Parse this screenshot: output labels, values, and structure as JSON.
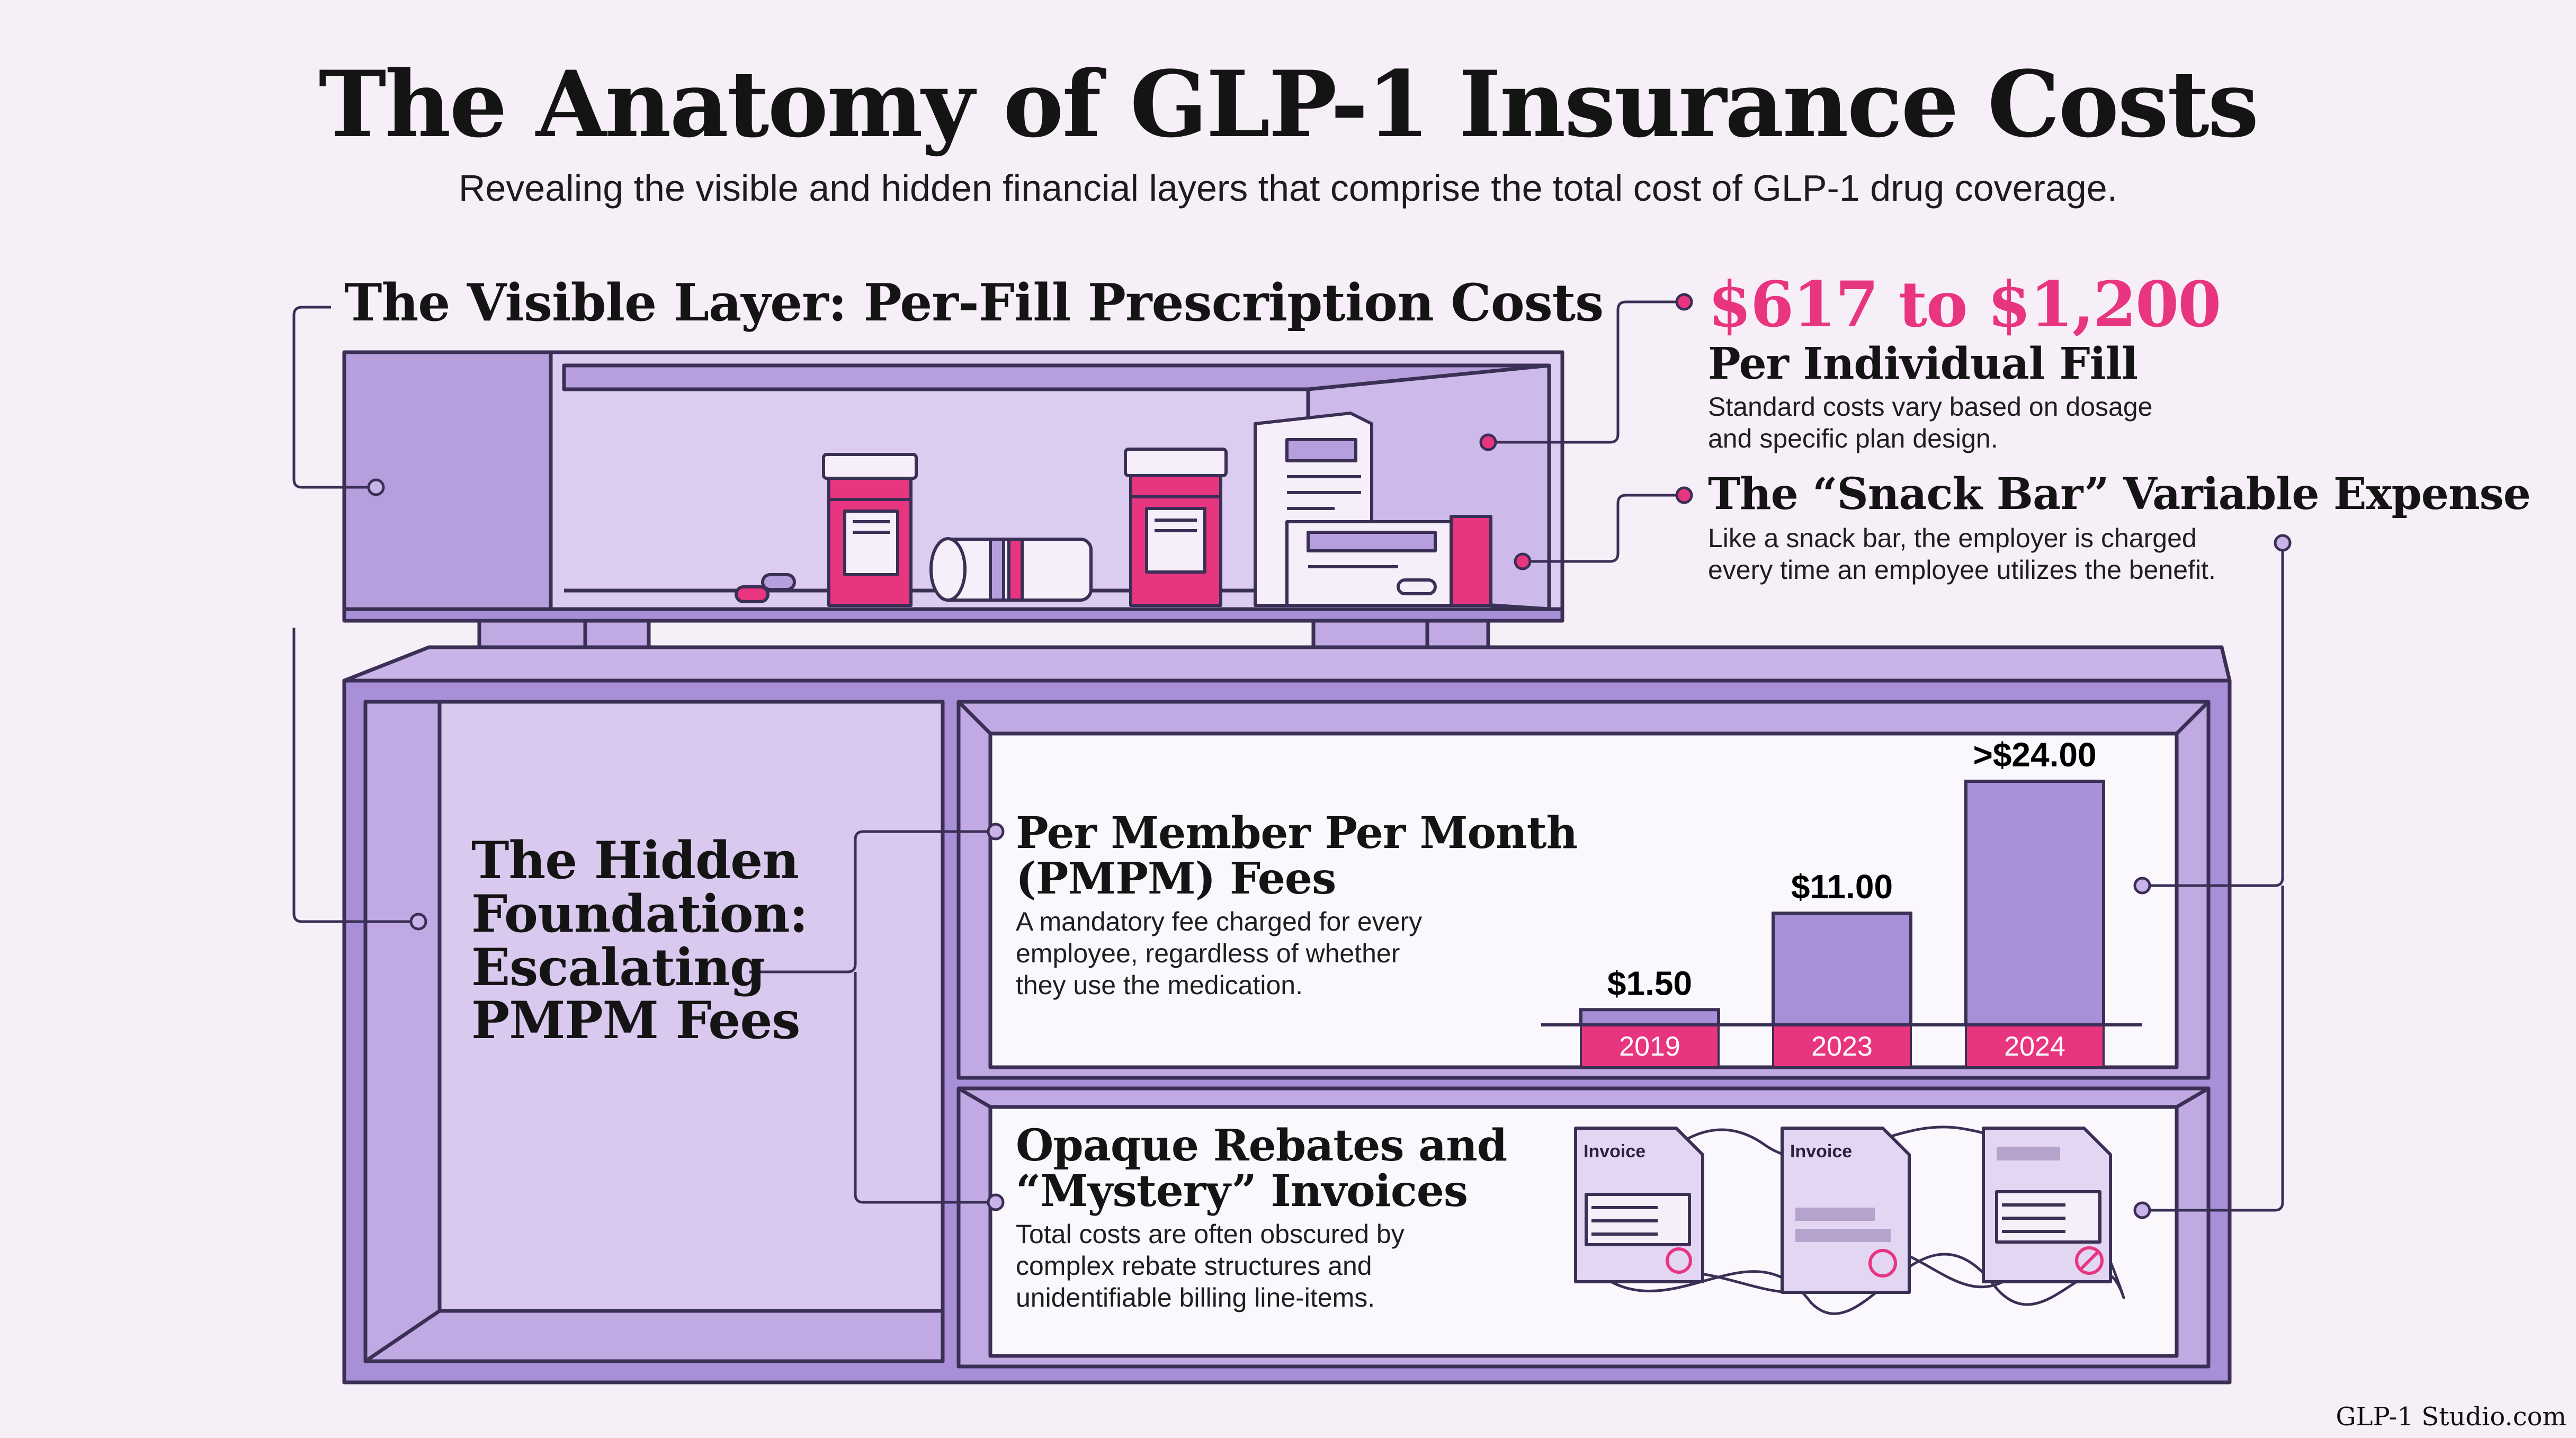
{
  "header": {
    "title": "The Anatomy of GLP-1 Insurance Costs",
    "subtitle": "Revealing the visible and hidden financial layers that comprise the total cost of GLP-1 drug coverage."
  },
  "visible_layer": {
    "heading": "The Visible Layer: Per-Fill Prescription Costs",
    "per_fill": {
      "amount": "$617 to $1,200",
      "label": "Per Individual Fill",
      "description_line1": "Standard costs vary based on dosage",
      "description_line2": "and specific plan design."
    },
    "snack_bar": {
      "label": "The “Snack Bar” Variable Expense",
      "description_line1": "Like a snack bar, the employer is charged",
      "description_line2": "every time an employee utilizes the benefit."
    }
  },
  "hidden_foundation": {
    "title_line1": "The Hidden",
    "title_line2": "Foundation:",
    "title_line3": "Escalating",
    "title_line4": "PMPM Fees",
    "pmpm": {
      "heading_line1": "Per Member Per Month",
      "heading_line2": "(PMPM) Fees",
      "description_line1": "A mandatory fee charged for every",
      "description_line2": "employee, regardless of whether",
      "description_line3": "they use the medication."
    },
    "rebates": {
      "heading_line1": "Opaque Rebates and",
      "heading_line2": "“Mystery” Invoices",
      "description_line1": "Total costs are often obscured by",
      "description_line2": "complex rebate structures and",
      "description_line3": "unidentifiable billing line-items."
    },
    "invoices": [
      {
        "label": "Invoice"
      },
      {
        "label": "Invoice"
      }
    ]
  },
  "chart_data": {
    "type": "bar",
    "categories": [
      "2019",
      "2023",
      "2024"
    ],
    "values": [
      1.5,
      11.0,
      24.0
    ],
    "value_labels": [
      "$1.50",
      "$11.00",
      ">$24.00"
    ],
    "ylim": [
      0,
      24
    ],
    "bar_color": "#a98fd8",
    "label_color": "#e8357f"
  },
  "colors": {
    "background": "#f7eff8",
    "lavender": "#c9b3e8",
    "lavender_dark": "#9f84cf",
    "outline": "#3a2f55",
    "accent_pink": "#e8357f"
  },
  "credit": "GLP-1 Studio.com"
}
